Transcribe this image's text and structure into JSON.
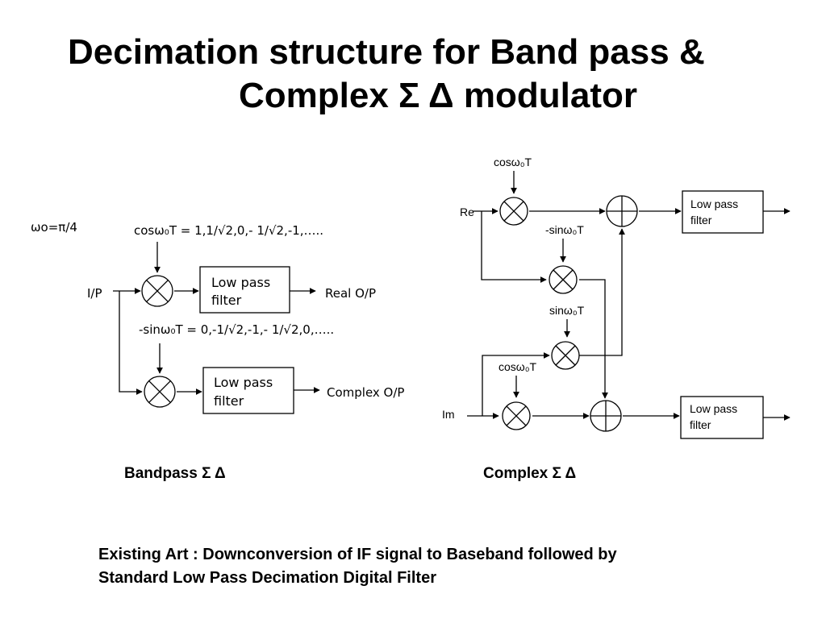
{
  "title": {
    "line1": "Decimation structure for  Band pass &",
    "line2": "Complex Σ Δ modulator"
  },
  "bandpass": {
    "omega_label": "ωo=π/4",
    "cos_seq": "cosω₀T = 1,1/√2,0,- 1/√2,-1,…..",
    "sin_seq": "-sinω₀T = 0,-1/√2,-1,- 1/√2,0,…..",
    "input_label": "I/P",
    "filter1": {
      "line1": "Low pass",
      "line2": "filter"
    },
    "filter2": {
      "line1": "Low pass",
      "line2": "filter"
    },
    "output_real": "Real O/P",
    "output_complex": "Complex O/P",
    "caption": "Bandpass Σ Δ"
  },
  "complex": {
    "re_label": "Re",
    "im_label": "Im",
    "cos_top": "cosω₀T",
    "neg_sin": "-sinω₀T",
    "sin": "sinω₀T",
    "cos_bottom": "cosω₀T",
    "filter_top": {
      "line1": "Low pass",
      "line2": "filter"
    },
    "filter_bottom": {
      "line1": "Low pass",
      "line2": "filter"
    },
    "caption": "Complex Σ Δ"
  },
  "footer": {
    "line1": "Existing Art : Downconversion of IF signal to Baseband followed by",
    "line2": "Standard Low Pass Decimation Digital Filter"
  }
}
